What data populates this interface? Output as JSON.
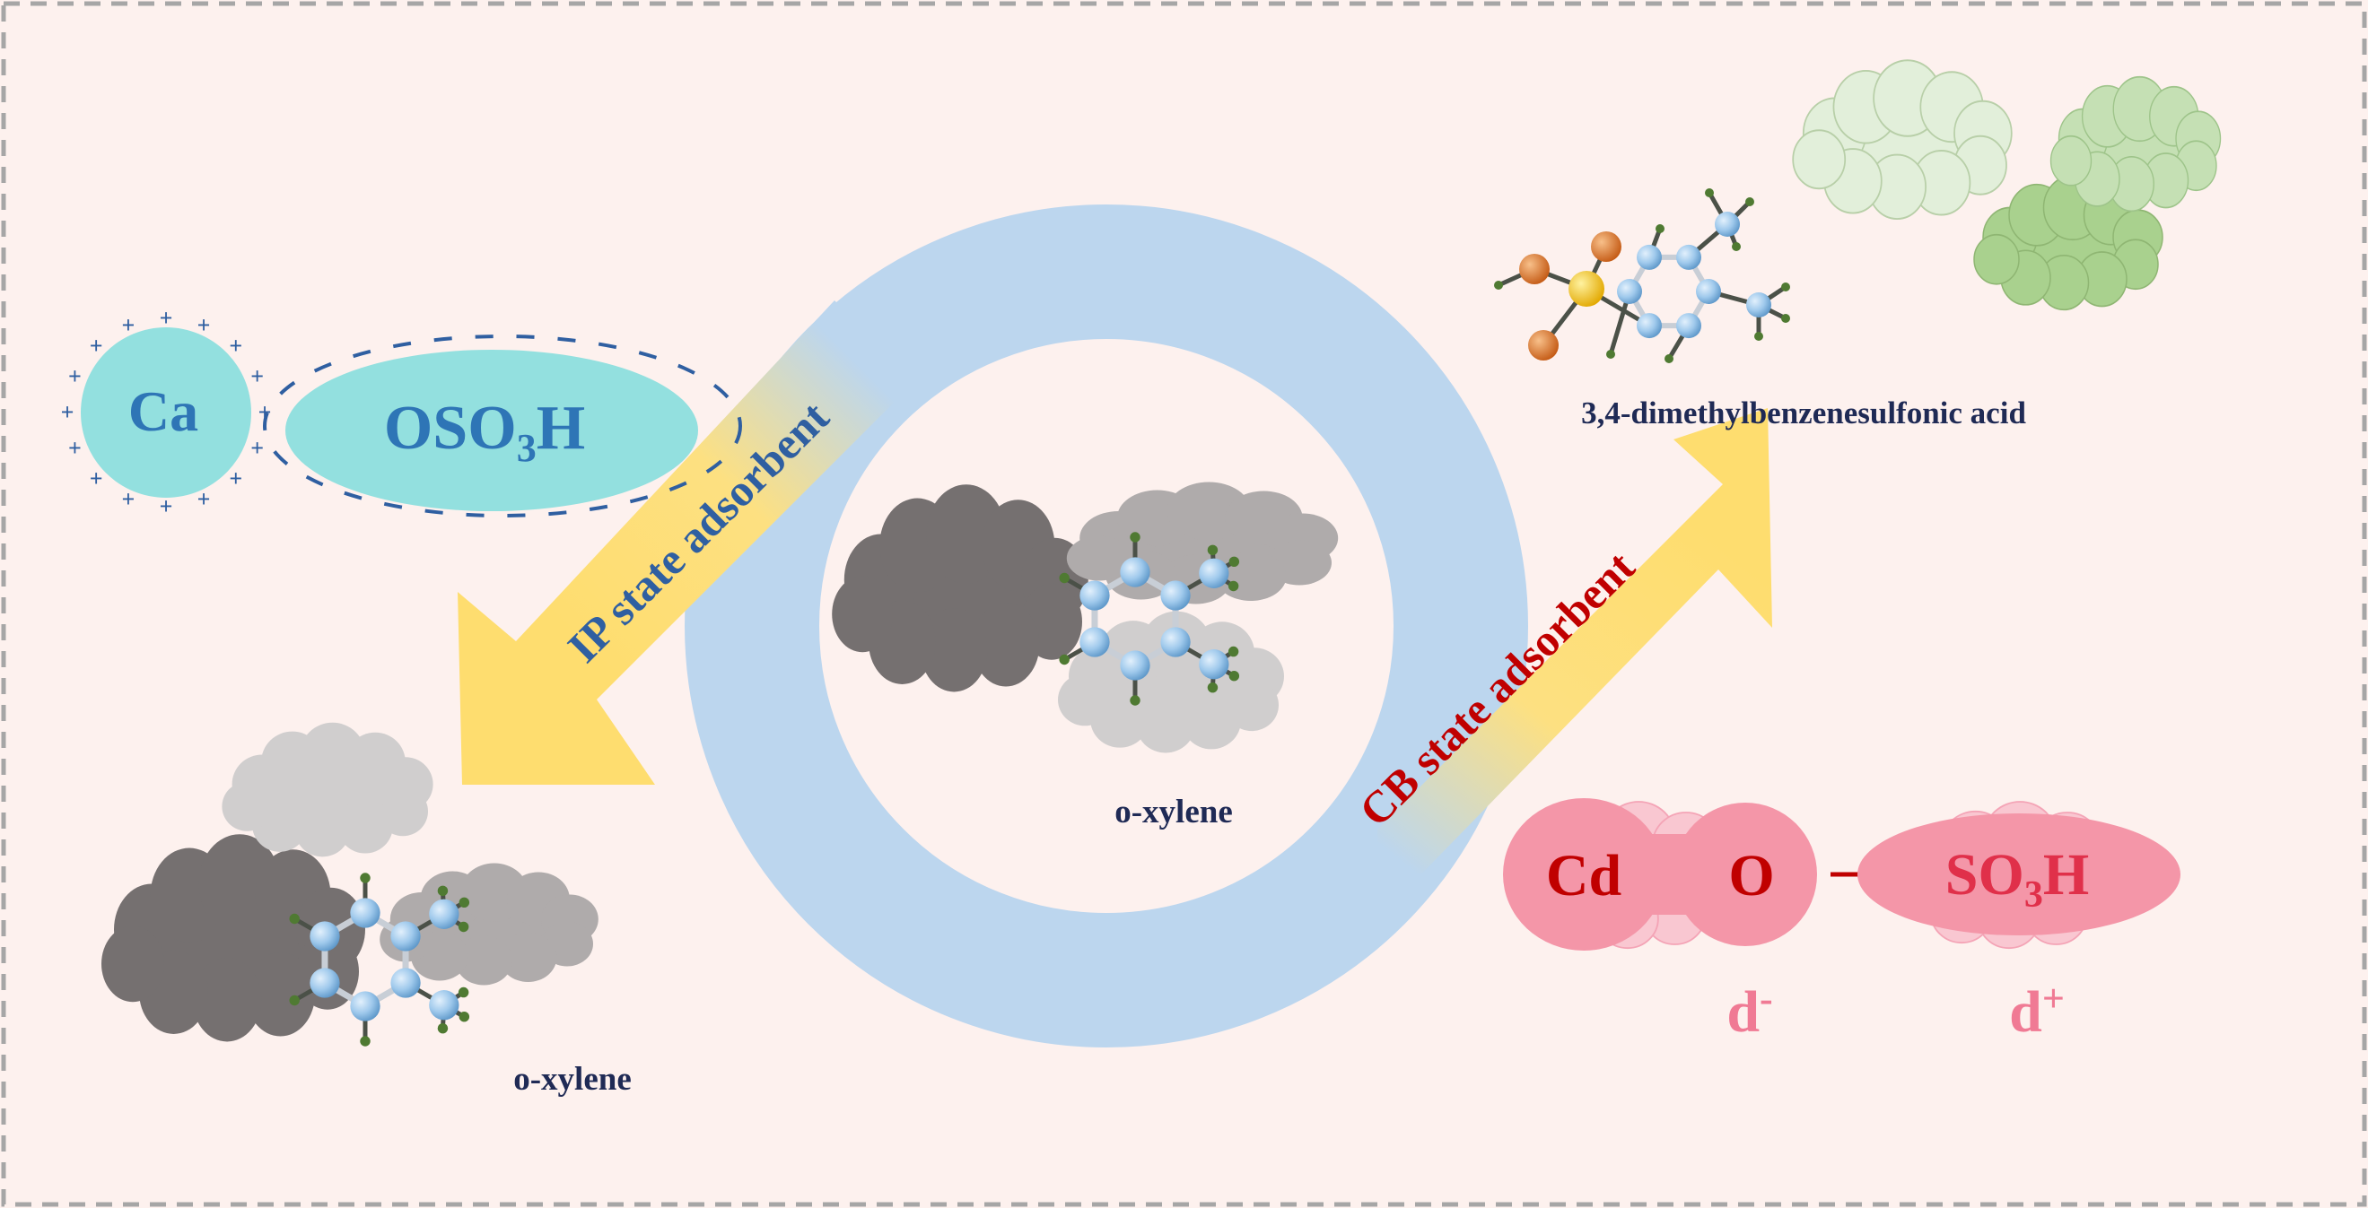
{
  "left_group": {
    "cation": "Ca",
    "anion_main": "OSO",
    "anion_sub": "3",
    "anion_tail": "H"
  },
  "arrows": {
    "ip_label": "IP state adsorbent",
    "cb_label": "CB state adsorbent"
  },
  "molecules": {
    "center_label": "o-xylene",
    "bottom_left_label": "o-xylene",
    "product_label": "3,4-dimethylbenzenesulfonic acid"
  },
  "right_group": {
    "metal": "Cd",
    "oxygen": "O",
    "acid_main": "SO",
    "acid_sub": "3",
    "acid_tail": "H",
    "delta_minus": "d",
    "delta_minus_sign": "-",
    "delta_plus": "d",
    "delta_plus_sign": "+"
  },
  "colors": {
    "background": "#fdf1ee",
    "ring": "#bcd6ee",
    "arrow_yellow": "#fde081",
    "ip_text": "#2f5fa1",
    "cb_text": "#c00000",
    "cyan_ion": "#93e0df",
    "pink_cloud": "#f9c7d1",
    "pink_ion": "#f496a8",
    "dark_cloud": "#757070",
    "mid_cloud": "#afabab",
    "light_cloud": "#d0cece",
    "green_light": "#e2efda",
    "green_mid": "#c5e0b4",
    "green_dark": "#a9d18e"
  }
}
